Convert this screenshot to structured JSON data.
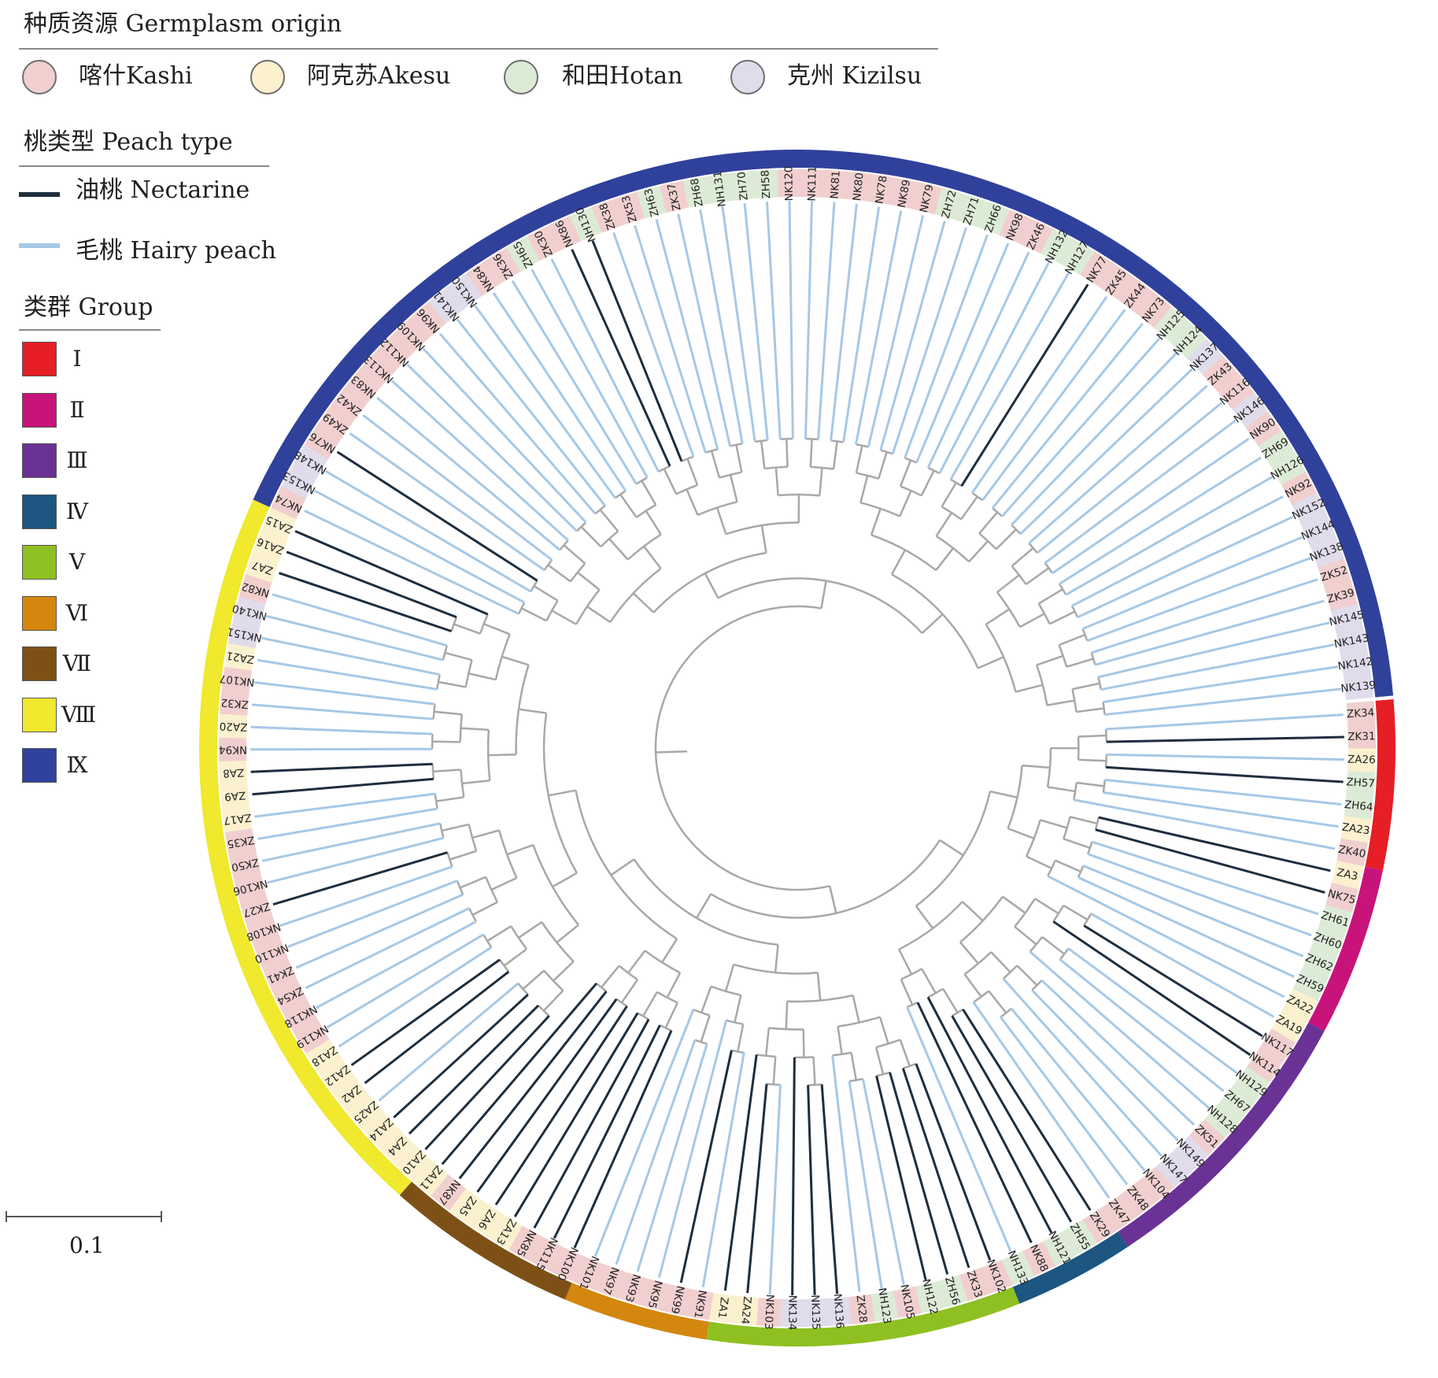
{
  "legend": {
    "origin_title": "种质资源 Germplasm origin",
    "origins": [
      {
        "key": "K",
        "label": "喀什Kashi",
        "color": "#f1cfcf"
      },
      {
        "key": "A",
        "label": "阿克苏Akesu",
        "color": "#fbf1cf"
      },
      {
        "key": "H",
        "label": "和田Hotan",
        "color": "#dcebd6"
      },
      {
        "key": "Z",
        "label": "克州 Kizilsu",
        "color": "#e0dcec"
      }
    ],
    "type_title": "桃类型 Peach type",
    "types": [
      {
        "key": "N",
        "label": "油桃 Nectarine",
        "color": "#1e2e3e"
      },
      {
        "key": "P",
        "label": "毛桃 Hairy peach",
        "color": "#a6c8e6"
      }
    ],
    "group_title": "类群 Group",
    "groups": [
      {
        "label": "Ⅰ",
        "color": "#e61e25"
      },
      {
        "label": "Ⅱ",
        "color": "#c8137a"
      },
      {
        "label": "Ⅲ",
        "color": "#6a3294"
      },
      {
        "label": "Ⅳ",
        "color": "#1c5681"
      },
      {
        "label": "Ⅴ",
        "color": "#8fc021"
      },
      {
        "label": "Ⅵ",
        "color": "#d3870e"
      },
      {
        "label": "Ⅶ",
        "color": "#7d5116"
      },
      {
        "label": "Ⅷ",
        "color": "#f0e92d"
      },
      {
        "label": "Ⅸ",
        "color": "#30419b"
      }
    ]
  },
  "scale": {
    "label": "0.1"
  },
  "tree": {
    "branch_color": "#a8a8a8",
    "leaves": [
      {
        "id": "ZK34",
        "origin": "K",
        "type": "P",
        "group": "Ⅰ"
      },
      {
        "id": "ZK31",
        "origin": "K",
        "type": "N",
        "group": "Ⅰ"
      },
      {
        "id": "ZA26",
        "origin": "A",
        "type": "P",
        "group": "Ⅰ"
      },
      {
        "id": "ZH57",
        "origin": "H",
        "type": "N",
        "group": "Ⅰ"
      },
      {
        "id": "ZH64",
        "origin": "H",
        "type": "P",
        "group": "Ⅰ"
      },
      {
        "id": "ZA23",
        "origin": "A",
        "type": "P",
        "group": "Ⅰ"
      },
      {
        "id": "ZK40",
        "origin": "K",
        "type": "P",
        "group": "Ⅰ"
      },
      {
        "id": "ZA3",
        "origin": "A",
        "type": "N",
        "group": "Ⅱ"
      },
      {
        "id": "NK75",
        "origin": "K",
        "type": "N",
        "group": "Ⅱ"
      },
      {
        "id": "ZH61",
        "origin": "H",
        "type": "P",
        "group": "Ⅱ"
      },
      {
        "id": "ZH60",
        "origin": "H",
        "type": "P",
        "group": "Ⅱ"
      },
      {
        "id": "ZH62",
        "origin": "H",
        "type": "P",
        "group": "Ⅱ"
      },
      {
        "id": "ZH59",
        "origin": "H",
        "type": "P",
        "group": "Ⅱ"
      },
      {
        "id": "ZA22",
        "origin": "A",
        "type": "P",
        "group": "Ⅱ"
      },
      {
        "id": "ZA19",
        "origin": "A",
        "type": "P",
        "group": "Ⅲ"
      },
      {
        "id": "NK117",
        "origin": "K",
        "type": "N",
        "group": "Ⅲ"
      },
      {
        "id": "NK114",
        "origin": "K",
        "type": "N",
        "group": "Ⅲ"
      },
      {
        "id": "NH129",
        "origin": "H",
        "type": "P",
        "group": "Ⅲ"
      },
      {
        "id": "ZH67",
        "origin": "H",
        "type": "P",
        "group": "Ⅲ"
      },
      {
        "id": "NH128",
        "origin": "H",
        "type": "P",
        "group": "Ⅲ"
      },
      {
        "id": "ZK51",
        "origin": "K",
        "type": "P",
        "group": "Ⅲ"
      },
      {
        "id": "NK149",
        "origin": "Z",
        "type": "P",
        "group": "Ⅲ"
      },
      {
        "id": "NK147",
        "origin": "Z",
        "type": "P",
        "group": "Ⅲ"
      },
      {
        "id": "NK104",
        "origin": "K",
        "type": "P",
        "group": "Ⅲ"
      },
      {
        "id": "ZK48",
        "origin": "K",
        "type": "P",
        "group": "Ⅲ"
      },
      {
        "id": "ZK47",
        "origin": "K",
        "type": "P",
        "group": "Ⅲ"
      },
      {
        "id": "ZK29",
        "origin": "K",
        "type": "N",
        "group": "Ⅳ"
      },
      {
        "id": "ZH55",
        "origin": "H",
        "type": "N",
        "group": "Ⅳ"
      },
      {
        "id": "NH121",
        "origin": "H",
        "type": "N",
        "group": "Ⅳ"
      },
      {
        "id": "NK88",
        "origin": "K",
        "type": "N",
        "group": "Ⅳ"
      },
      {
        "id": "NH133",
        "origin": "H",
        "type": "P",
        "group": "Ⅳ"
      },
      {
        "id": "NK102",
        "origin": "K",
        "type": "N",
        "group": "Ⅴ"
      },
      {
        "id": "ZK33",
        "origin": "K",
        "type": "N",
        "group": "Ⅴ"
      },
      {
        "id": "ZH56",
        "origin": "H",
        "type": "N",
        "group": "Ⅴ"
      },
      {
        "id": "NH122",
        "origin": "H",
        "type": "N",
        "group": "Ⅴ"
      },
      {
        "id": "NK105",
        "origin": "K",
        "type": "P",
        "group": "Ⅴ"
      },
      {
        "id": "NH123",
        "origin": "H",
        "type": "P",
        "group": "Ⅴ"
      },
      {
        "id": "ZK28",
        "origin": "K",
        "type": "P",
        "group": "Ⅴ"
      },
      {
        "id": "NK136",
        "origin": "Z",
        "type": "N",
        "group": "Ⅴ"
      },
      {
        "id": "NK135",
        "origin": "Z",
        "type": "N",
        "group": "Ⅴ"
      },
      {
        "id": "NK134",
        "origin": "Z",
        "type": "N",
        "group": "Ⅴ"
      },
      {
        "id": "NK103",
        "origin": "K",
        "type": "P",
        "group": "Ⅴ"
      },
      {
        "id": "ZA24",
        "origin": "A",
        "type": "N",
        "group": "Ⅴ"
      },
      {
        "id": "ZA1",
        "origin": "A",
        "type": "N",
        "group": "Ⅴ"
      },
      {
        "id": "NK91",
        "origin": "K",
        "type": "P",
        "group": "Ⅵ"
      },
      {
        "id": "NK99",
        "origin": "K",
        "type": "N",
        "group": "Ⅵ"
      },
      {
        "id": "NK95",
        "origin": "K",
        "type": "P",
        "group": "Ⅵ"
      },
      {
        "id": "NK93",
        "origin": "K",
        "type": "P",
        "group": "Ⅵ"
      },
      {
        "id": "NK97",
        "origin": "K",
        "type": "P",
        "group": "Ⅵ"
      },
      {
        "id": "NK101",
        "origin": "K",
        "type": "P",
        "group": "Ⅵ"
      },
      {
        "id": "NK100",
        "origin": "K",
        "type": "N",
        "group": "Ⅶ"
      },
      {
        "id": "NK115",
        "origin": "K",
        "type": "N",
        "group": "Ⅶ"
      },
      {
        "id": "NK85",
        "origin": "K",
        "type": "N",
        "group": "Ⅶ"
      },
      {
        "id": "ZA13",
        "origin": "A",
        "type": "N",
        "group": "Ⅶ"
      },
      {
        "id": "ZA6",
        "origin": "A",
        "type": "N",
        "group": "Ⅶ"
      },
      {
        "id": "ZA5",
        "origin": "A",
        "type": "N",
        "group": "Ⅶ"
      },
      {
        "id": "NK87",
        "origin": "K",
        "type": "N",
        "group": "Ⅶ"
      },
      {
        "id": "ZA11",
        "origin": "A",
        "type": "N",
        "group": "Ⅶ"
      },
      {
        "id": "ZA10",
        "origin": "A",
        "type": "N",
        "group": "Ⅷ"
      },
      {
        "id": "ZA4",
        "origin": "A",
        "type": "N",
        "group": "Ⅷ"
      },
      {
        "id": "ZA14",
        "origin": "A",
        "type": "N",
        "group": "Ⅷ"
      },
      {
        "id": "ZA25",
        "origin": "A",
        "type": "P",
        "group": "Ⅷ"
      },
      {
        "id": "ZA2",
        "origin": "A",
        "type": "N",
        "group": "Ⅷ"
      },
      {
        "id": "ZA12",
        "origin": "A",
        "type": "N",
        "group": "Ⅷ"
      },
      {
        "id": "ZA18",
        "origin": "A",
        "type": "P",
        "group": "Ⅷ"
      },
      {
        "id": "NK119",
        "origin": "K",
        "type": "P",
        "group": "Ⅷ"
      },
      {
        "id": "NK118",
        "origin": "K",
        "type": "P",
        "group": "Ⅷ"
      },
      {
        "id": "ZK54",
        "origin": "K",
        "type": "P",
        "group": "Ⅷ"
      },
      {
        "id": "ZK41",
        "origin": "K",
        "type": "P",
        "group": "Ⅷ"
      },
      {
        "id": "NK110",
        "origin": "K",
        "type": "P",
        "group": "Ⅷ"
      },
      {
        "id": "NK108",
        "origin": "K",
        "type": "P",
        "group": "Ⅷ"
      },
      {
        "id": "ZK27",
        "origin": "K",
        "type": "N",
        "group": "Ⅷ"
      },
      {
        "id": "NK106",
        "origin": "K",
        "type": "P",
        "group": "Ⅷ"
      },
      {
        "id": "ZK50",
        "origin": "K",
        "type": "P",
        "group": "Ⅷ"
      },
      {
        "id": "ZK35",
        "origin": "K",
        "type": "P",
        "group": "Ⅷ"
      },
      {
        "id": "ZA17",
        "origin": "A",
        "type": "P",
        "group": "Ⅷ"
      },
      {
        "id": "ZA9",
        "origin": "A",
        "type": "N",
        "group": "Ⅷ"
      },
      {
        "id": "ZA8",
        "origin": "A",
        "type": "N",
        "group": "Ⅷ"
      },
      {
        "id": "NK94",
        "origin": "K",
        "type": "P",
        "group": "Ⅷ"
      },
      {
        "id": "ZA20",
        "origin": "A",
        "type": "P",
        "group": "Ⅷ"
      },
      {
        "id": "ZK32",
        "origin": "K",
        "type": "P",
        "group": "Ⅷ"
      },
      {
        "id": "NK107",
        "origin": "K",
        "type": "P",
        "group": "Ⅷ"
      },
      {
        "id": "ZA21",
        "origin": "A",
        "type": "P",
        "group": "Ⅷ"
      },
      {
        "id": "NK151",
        "origin": "Z",
        "type": "P",
        "group": "Ⅷ"
      },
      {
        "id": "NK140",
        "origin": "Z",
        "type": "P",
        "group": "Ⅷ"
      },
      {
        "id": "NK82",
        "origin": "K",
        "type": "P",
        "group": "Ⅷ"
      },
      {
        "id": "ZA7",
        "origin": "A",
        "type": "N",
        "group": "Ⅷ"
      },
      {
        "id": "ZA16",
        "origin": "A",
        "type": "N",
        "group": "Ⅷ"
      },
      {
        "id": "ZA15",
        "origin": "A",
        "type": "N",
        "group": "Ⅷ"
      },
      {
        "id": "NK74",
        "origin": "K",
        "type": "P",
        "group": "Ⅸ"
      },
      {
        "id": "NK153",
        "origin": "Z",
        "type": "P",
        "group": "Ⅸ"
      },
      {
        "id": "NK148",
        "origin": "Z",
        "type": "P",
        "group": "Ⅸ"
      },
      {
        "id": "NK76",
        "origin": "K",
        "type": "N",
        "group": "Ⅸ"
      },
      {
        "id": "ZK49",
        "origin": "K",
        "type": "P",
        "group": "Ⅸ"
      },
      {
        "id": "ZK42",
        "origin": "K",
        "type": "P",
        "group": "Ⅸ"
      },
      {
        "id": "NK83",
        "origin": "K",
        "type": "P",
        "group": "Ⅸ"
      },
      {
        "id": "NK113",
        "origin": "K",
        "type": "P",
        "group": "Ⅸ"
      },
      {
        "id": "NK112",
        "origin": "K",
        "type": "P",
        "group": "Ⅸ"
      },
      {
        "id": "NK109",
        "origin": "K",
        "type": "P",
        "group": "Ⅸ"
      },
      {
        "id": "NK96",
        "origin": "K",
        "type": "P",
        "group": "Ⅸ"
      },
      {
        "id": "NK141",
        "origin": "Z",
        "type": "P",
        "group": "Ⅸ"
      },
      {
        "id": "NK150",
        "origin": "Z",
        "type": "P",
        "group": "Ⅸ"
      },
      {
        "id": "NK84",
        "origin": "K",
        "type": "P",
        "group": "Ⅸ"
      },
      {
        "id": "ZK36",
        "origin": "K",
        "type": "P",
        "group": "Ⅸ"
      },
      {
        "id": "ZH65",
        "origin": "H",
        "type": "P",
        "group": "Ⅸ"
      },
      {
        "id": "ZK30",
        "origin": "K",
        "type": "P",
        "group": "Ⅸ"
      },
      {
        "id": "NK86",
        "origin": "K",
        "type": "N",
        "group": "Ⅸ"
      },
      {
        "id": "NH130",
        "origin": "H",
        "type": "N",
        "group": "Ⅸ"
      },
      {
        "id": "ZK38",
        "origin": "K",
        "type": "P",
        "group": "Ⅸ"
      },
      {
        "id": "ZK53",
        "origin": "K",
        "type": "P",
        "group": "Ⅸ"
      },
      {
        "id": "ZH63",
        "origin": "H",
        "type": "P",
        "group": "Ⅸ"
      },
      {
        "id": "ZK37",
        "origin": "K",
        "type": "P",
        "group": "Ⅸ"
      },
      {
        "id": "ZH68",
        "origin": "H",
        "type": "P",
        "group": "Ⅸ"
      },
      {
        "id": "NH131",
        "origin": "H",
        "type": "P",
        "group": "Ⅸ"
      },
      {
        "id": "ZH70",
        "origin": "H",
        "type": "P",
        "group": "Ⅸ"
      },
      {
        "id": "ZH58",
        "origin": "H",
        "type": "P",
        "group": "Ⅸ"
      },
      {
        "id": "NK120",
        "origin": "K",
        "type": "P",
        "group": "Ⅸ"
      },
      {
        "id": "NK111",
        "origin": "K",
        "type": "P",
        "group": "Ⅸ"
      },
      {
        "id": "NK81",
        "origin": "K",
        "type": "P",
        "group": "Ⅸ"
      },
      {
        "id": "NK80",
        "origin": "K",
        "type": "P",
        "group": "Ⅸ"
      },
      {
        "id": "NK78",
        "origin": "K",
        "type": "P",
        "group": "Ⅸ"
      },
      {
        "id": "NK89",
        "origin": "K",
        "type": "P",
        "group": "Ⅸ"
      },
      {
        "id": "NK79",
        "origin": "K",
        "type": "P",
        "group": "Ⅸ"
      },
      {
        "id": "ZH72",
        "origin": "H",
        "type": "P",
        "group": "Ⅸ"
      },
      {
        "id": "ZH71",
        "origin": "H",
        "type": "P",
        "group": "Ⅸ"
      },
      {
        "id": "ZH66",
        "origin": "H",
        "type": "P",
        "group": "Ⅸ"
      },
      {
        "id": "NK98",
        "origin": "K",
        "type": "P",
        "group": "Ⅸ"
      },
      {
        "id": "ZK46",
        "origin": "K",
        "type": "P",
        "group": "Ⅸ"
      },
      {
        "id": "NH132",
        "origin": "H",
        "type": "P",
        "group": "Ⅸ"
      },
      {
        "id": "NH127",
        "origin": "H",
        "type": "P",
        "group": "Ⅸ"
      },
      {
        "id": "NK77",
        "origin": "K",
        "type": "N",
        "group": "Ⅸ"
      },
      {
        "id": "ZK45",
        "origin": "K",
        "type": "P",
        "group": "Ⅸ"
      },
      {
        "id": "ZK44",
        "origin": "K",
        "type": "P",
        "group": "Ⅸ"
      },
      {
        "id": "NK73",
        "origin": "K",
        "type": "P",
        "group": "Ⅸ"
      },
      {
        "id": "NH125",
        "origin": "H",
        "type": "P",
        "group": "Ⅸ"
      },
      {
        "id": "NH124",
        "origin": "H",
        "type": "P",
        "group": "Ⅸ"
      },
      {
        "id": "NK137",
        "origin": "Z",
        "type": "P",
        "group": "Ⅸ"
      },
      {
        "id": "ZK43",
        "origin": "K",
        "type": "P",
        "group": "Ⅸ"
      },
      {
        "id": "NK116",
        "origin": "K",
        "type": "P",
        "group": "Ⅸ"
      },
      {
        "id": "NK146",
        "origin": "Z",
        "type": "P",
        "group": "Ⅸ"
      },
      {
        "id": "NK90",
        "origin": "K",
        "type": "P",
        "group": "Ⅸ"
      },
      {
        "id": "ZH69",
        "origin": "H",
        "type": "P",
        "group": "Ⅸ"
      },
      {
        "id": "NH126",
        "origin": "H",
        "type": "P",
        "group": "Ⅸ"
      },
      {
        "id": "NK92",
        "origin": "K",
        "type": "P",
        "group": "Ⅸ"
      },
      {
        "id": "NK152",
        "origin": "Z",
        "type": "P",
        "group": "Ⅸ"
      },
      {
        "id": "NK144",
        "origin": "Z",
        "type": "P",
        "group": "Ⅸ"
      },
      {
        "id": "NK138",
        "origin": "Z",
        "type": "P",
        "group": "Ⅸ"
      },
      {
        "id": "ZK52",
        "origin": "K",
        "type": "P",
        "group": "Ⅸ"
      },
      {
        "id": "ZK39",
        "origin": "K",
        "type": "P",
        "group": "Ⅸ"
      },
      {
        "id": "NK145",
        "origin": "Z",
        "type": "P",
        "group": "Ⅸ"
      },
      {
        "id": "NK143",
        "origin": "Z",
        "type": "P",
        "group": "Ⅸ"
      },
      {
        "id": "NK142",
        "origin": "Z",
        "type": "P",
        "group": "Ⅸ"
      },
      {
        "id": "NK139",
        "origin": "Z",
        "type": "P",
        "group": "Ⅸ"
      }
    ]
  }
}
